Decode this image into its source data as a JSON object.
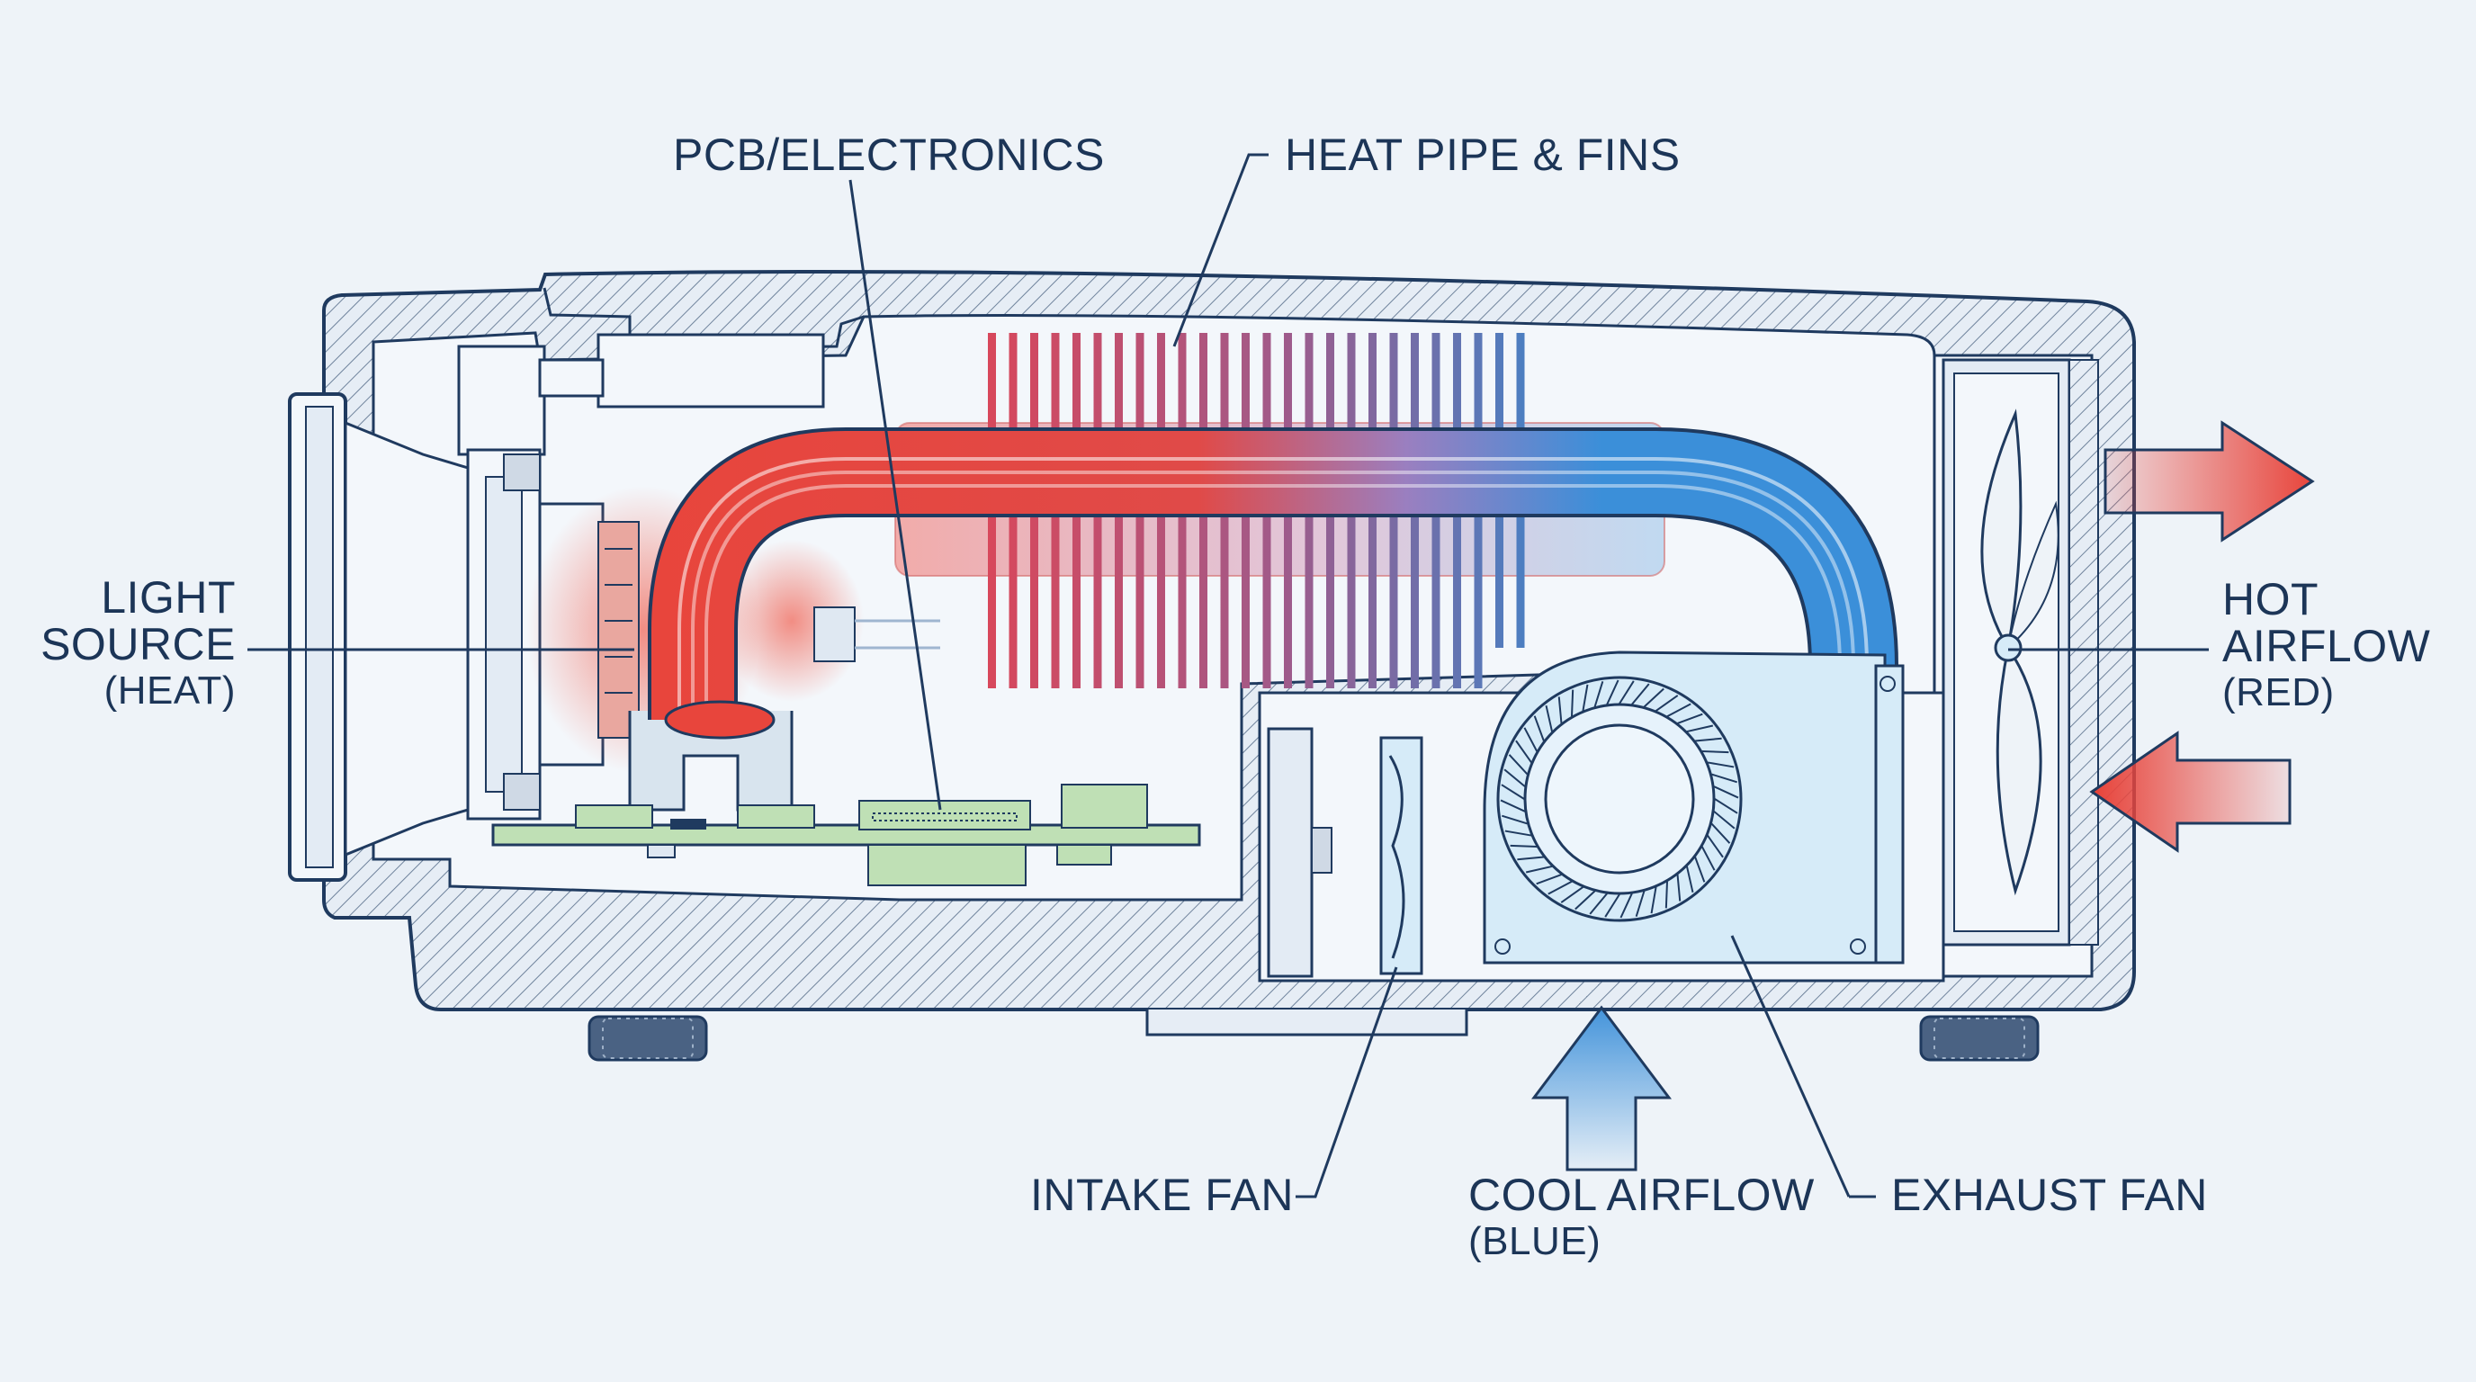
{
  "labels": {
    "pcb": "PCB/ELECTRONICS",
    "heat_pipe": "HEAT PIPE & FINS",
    "light_source": {
      "line1": "LIGHT",
      "line2": "SOURCE",
      "line3": "(HEAT)"
    },
    "hot_airflow": {
      "line1": "HOT",
      "line2": "AIRFLOW",
      "line3": "(RED)"
    },
    "intake_fan": "INTAKE FAN",
    "cool_airflow": {
      "line1": "COOL AIRFLOW",
      "line2": "(BLUE)"
    },
    "exhaust_fan": "EXHAUST FAN"
  },
  "colors": {
    "outline": "#1f3a5f",
    "hot": "#e8453c",
    "cool": "#3b8fd9",
    "pcb_green": "#bfe0b5",
    "fan_fill": "#d6ebf8",
    "background": "#eef3f8"
  },
  "icons": [
    "intake-fan-icon",
    "exhaust-blower-fan-icon",
    "rear-fan-icon",
    "hot-air-arrow-icon",
    "cool-air-arrow-icon"
  ]
}
